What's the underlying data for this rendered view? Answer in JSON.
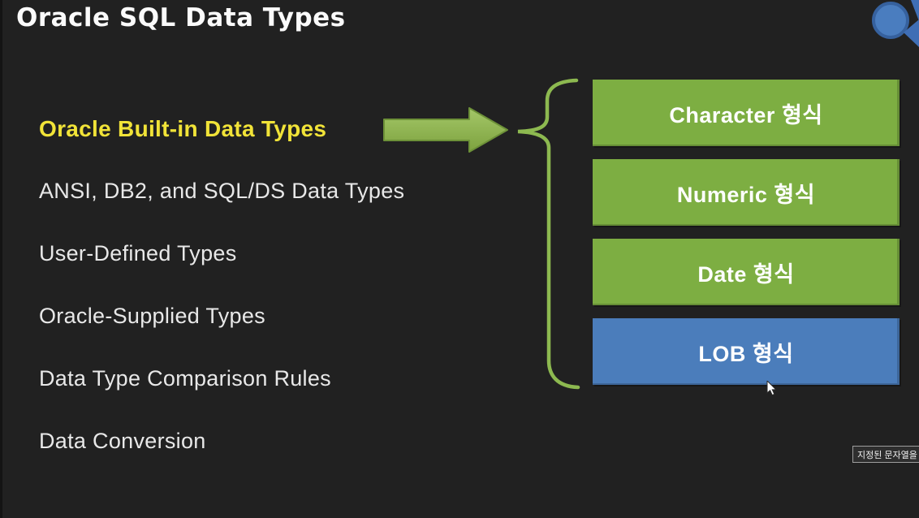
{
  "slide": {
    "title": "Oracle SQL Data Types",
    "background_color": "#212121"
  },
  "menu": {
    "items": [
      {
        "label": "Oracle Built-in Data Types",
        "highlighted": true,
        "color": "#f1e338"
      },
      {
        "label": "ANSI, DB2, and SQL/DS Data Types",
        "highlighted": false,
        "color": "#e8e8e8"
      },
      {
        "label": "User-Defined Types",
        "highlighted": false,
        "color": "#e8e8e8"
      },
      {
        "label": "Oracle-Supplied Types",
        "highlighted": false,
        "color": "#e8e8e8"
      },
      {
        "label": "Data Type Comparison Rules",
        "highlighted": false,
        "color": "#e8e8e8"
      },
      {
        "label": "Data Conversion",
        "highlighted": false,
        "color": "#e8e8e8"
      }
    ]
  },
  "diagram": {
    "arrow_icon": "right-block-arrow",
    "arrow_color": "#8fb94e",
    "brace_icon": "left-curly-brace",
    "brace_color": "#8db950",
    "boxes": [
      {
        "label": "Character 형식",
        "color": "#7dae42"
      },
      {
        "label": "Numeric 형식",
        "color": "#7dae42"
      },
      {
        "label": "Date 형식",
        "color": "#7dae42"
      },
      {
        "label": "LOB 형식",
        "color": "#4b7dbb"
      }
    ]
  },
  "logo": {
    "icon": "blue-circle-logo",
    "circle_color": "#4a7dbf",
    "accent_color": "#3f6eb5"
  },
  "tooltip": {
    "text": "지정된 문자열을 포"
  }
}
